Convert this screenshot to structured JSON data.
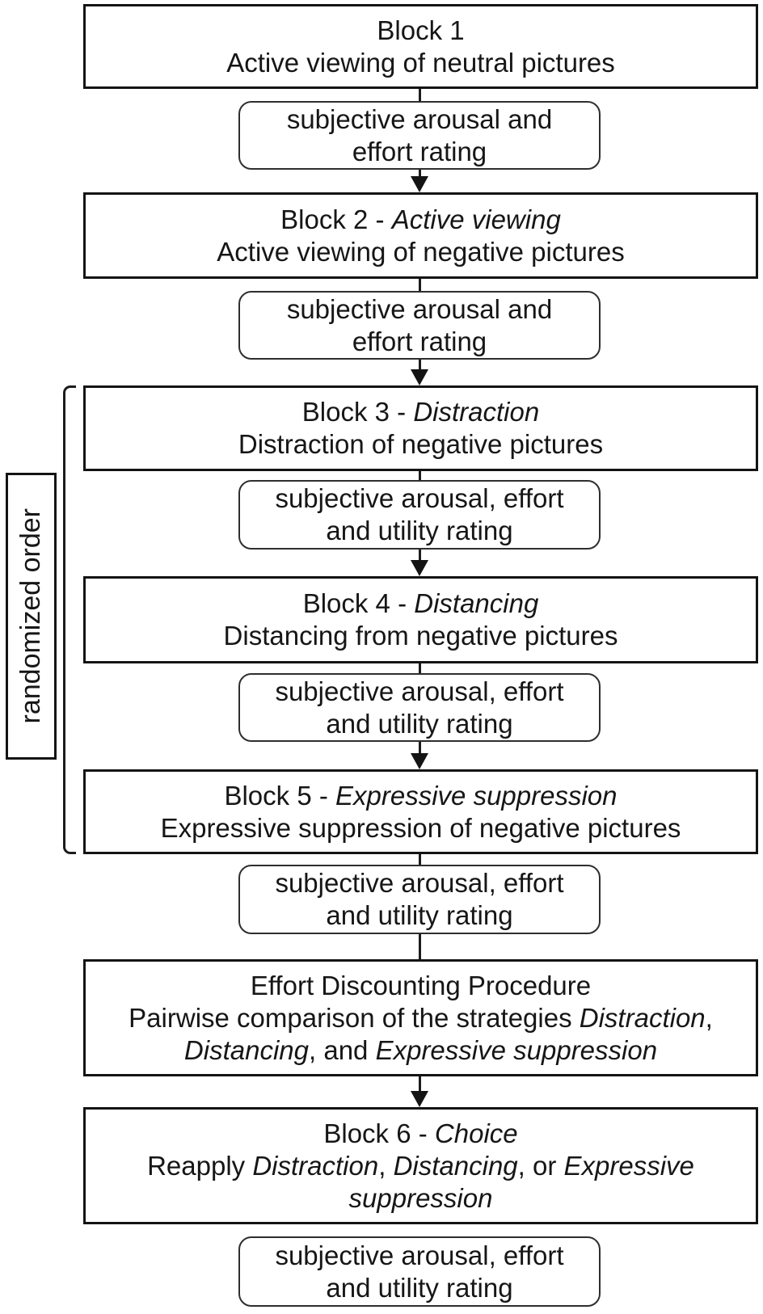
{
  "figure": {
    "type": "flowchart",
    "background_color": "#ffffff",
    "line_color": "#1c1c1c",
    "text_color": "#161616",
    "side_label": "randomized order",
    "nodes": [
      {
        "id": "block-1",
        "kind": "block",
        "lines": [
          [
            {
              "text": "Block 1",
              "italic": false
            }
          ],
          [
            {
              "text": "Active viewing of neutral pictures",
              "italic": false
            }
          ]
        ]
      },
      {
        "id": "rating-1",
        "kind": "rating",
        "lines": [
          [
            {
              "text": "subjective arousal and",
              "italic": false
            }
          ],
          [
            {
              "text": "effort rating",
              "italic": false
            }
          ]
        ]
      },
      {
        "id": "block-2",
        "kind": "block",
        "lines": [
          [
            {
              "text": "Block 2 - ",
              "italic": false
            },
            {
              "text": "Active viewing",
              "italic": true
            }
          ],
          [
            {
              "text": "Active viewing of negative pictures",
              "italic": false
            }
          ]
        ]
      },
      {
        "id": "rating-2",
        "kind": "rating",
        "lines": [
          [
            {
              "text": "subjective arousal and",
              "italic": false
            }
          ],
          [
            {
              "text": "effort rating",
              "italic": false
            }
          ]
        ]
      },
      {
        "id": "block-3",
        "kind": "block",
        "lines": [
          [
            {
              "text": "Block 3 - ",
              "italic": false
            },
            {
              "text": "Distraction",
              "italic": true
            }
          ],
          [
            {
              "text": "Distraction of negative pictures",
              "italic": false
            }
          ]
        ]
      },
      {
        "id": "rating-3",
        "kind": "rating",
        "lines": [
          [
            {
              "text": "subjective arousal, effort",
              "italic": false
            }
          ],
          [
            {
              "text": "and utility rating",
              "italic": false
            }
          ]
        ]
      },
      {
        "id": "block-4",
        "kind": "block",
        "lines": [
          [
            {
              "text": "Block 4 - ",
              "italic": false
            },
            {
              "text": "Distancing",
              "italic": true
            }
          ],
          [
            {
              "text": "Distancing from negative pictures",
              "italic": false
            }
          ]
        ]
      },
      {
        "id": "rating-4",
        "kind": "rating",
        "lines": [
          [
            {
              "text": "subjective arousal, effort",
              "italic": false
            }
          ],
          [
            {
              "text": "and utility rating",
              "italic": false
            }
          ]
        ]
      },
      {
        "id": "block-5",
        "kind": "block",
        "lines": [
          [
            {
              "text": "Block 5 - ",
              "italic": false
            },
            {
              "text": "Expressive suppression",
              "italic": true
            }
          ],
          [
            {
              "text": "Expressive suppression of negative pictures",
              "italic": false
            }
          ]
        ]
      },
      {
        "id": "rating-5",
        "kind": "rating",
        "lines": [
          [
            {
              "text": "subjective arousal, effort",
              "italic": false
            }
          ],
          [
            {
              "text": "and utility rating",
              "italic": false
            }
          ]
        ]
      },
      {
        "id": "effort-discounting",
        "kind": "block",
        "lines": [
          [
            {
              "text": "Effort Discounting Procedure",
              "italic": false
            }
          ],
          [
            {
              "text": "Pairwise comparison of the strategies ",
              "italic": false
            },
            {
              "text": "Distraction",
              "italic": true
            },
            {
              "text": ",",
              "italic": false
            }
          ],
          [
            {
              "text": "Distancing",
              "italic": true
            },
            {
              "text": ", and ",
              "italic": false
            },
            {
              "text": "Expressive suppression",
              "italic": true
            }
          ]
        ]
      },
      {
        "id": "block-6",
        "kind": "block",
        "lines": [
          [
            {
              "text": "Block 6 - ",
              "italic": false
            },
            {
              "text": "Choice",
              "italic": true
            }
          ],
          [
            {
              "text": "Reapply ",
              "italic": false
            },
            {
              "text": "Distraction",
              "italic": true
            },
            {
              "text": ", ",
              "italic": false
            },
            {
              "text": "Distancing",
              "italic": true
            },
            {
              "text": ", or ",
              "italic": false
            },
            {
              "text": "Expressive",
              "italic": true
            }
          ],
          [
            {
              "text": "suppression",
              "italic": true
            }
          ]
        ]
      },
      {
        "id": "rating-6",
        "kind": "rating",
        "lines": [
          [
            {
              "text": "subjective arousal, effort",
              "italic": false
            }
          ],
          [
            {
              "text": "and utility rating",
              "italic": false
            }
          ]
        ]
      }
    ]
  }
}
